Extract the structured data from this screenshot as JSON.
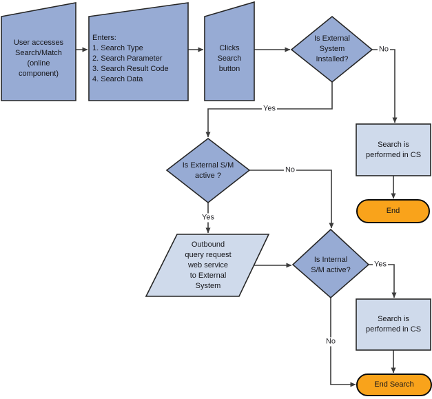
{
  "colors": {
    "process_fill": "#97abd4",
    "io_fill": "#cfdaeb",
    "terminator_fill": "#f9a31b",
    "line": "#3c3c3c"
  },
  "nodes": {
    "user_access": {
      "label": "User accesses\nSearch/Match\n(online\ncomponent)"
    },
    "enters": {
      "label": "Enters:\n1. Search Type\n2. Search Parameter\n3. Search Result Code\n4. Search Data"
    },
    "clicks_search": {
      "label": "Clicks\nSearch\nbutton"
    },
    "is_external_installed": {
      "label": "Is External\nSystem\nInstalled?"
    },
    "search_in_cs_top": {
      "label": "Search is\nperformed in CS"
    },
    "end_top": {
      "label": "End"
    },
    "is_external_active": {
      "label": "Is External S/M\nactive ?"
    },
    "outbound_query": {
      "label": "Outbound\nquery request\nweb service\nto External\nSystem"
    },
    "is_internal_active": {
      "label": "Is Internal\nS/M active?"
    },
    "search_in_cs_bottom": {
      "label": "Search is\nperformed in CS"
    },
    "end_search": {
      "label": "End Search"
    }
  },
  "edge_labels": {
    "installed_no": "No",
    "installed_yes": "Yes",
    "external_active_no": "No",
    "external_active_yes": "Yes",
    "internal_active_yes": "Yes",
    "internal_active_no": "No"
  }
}
